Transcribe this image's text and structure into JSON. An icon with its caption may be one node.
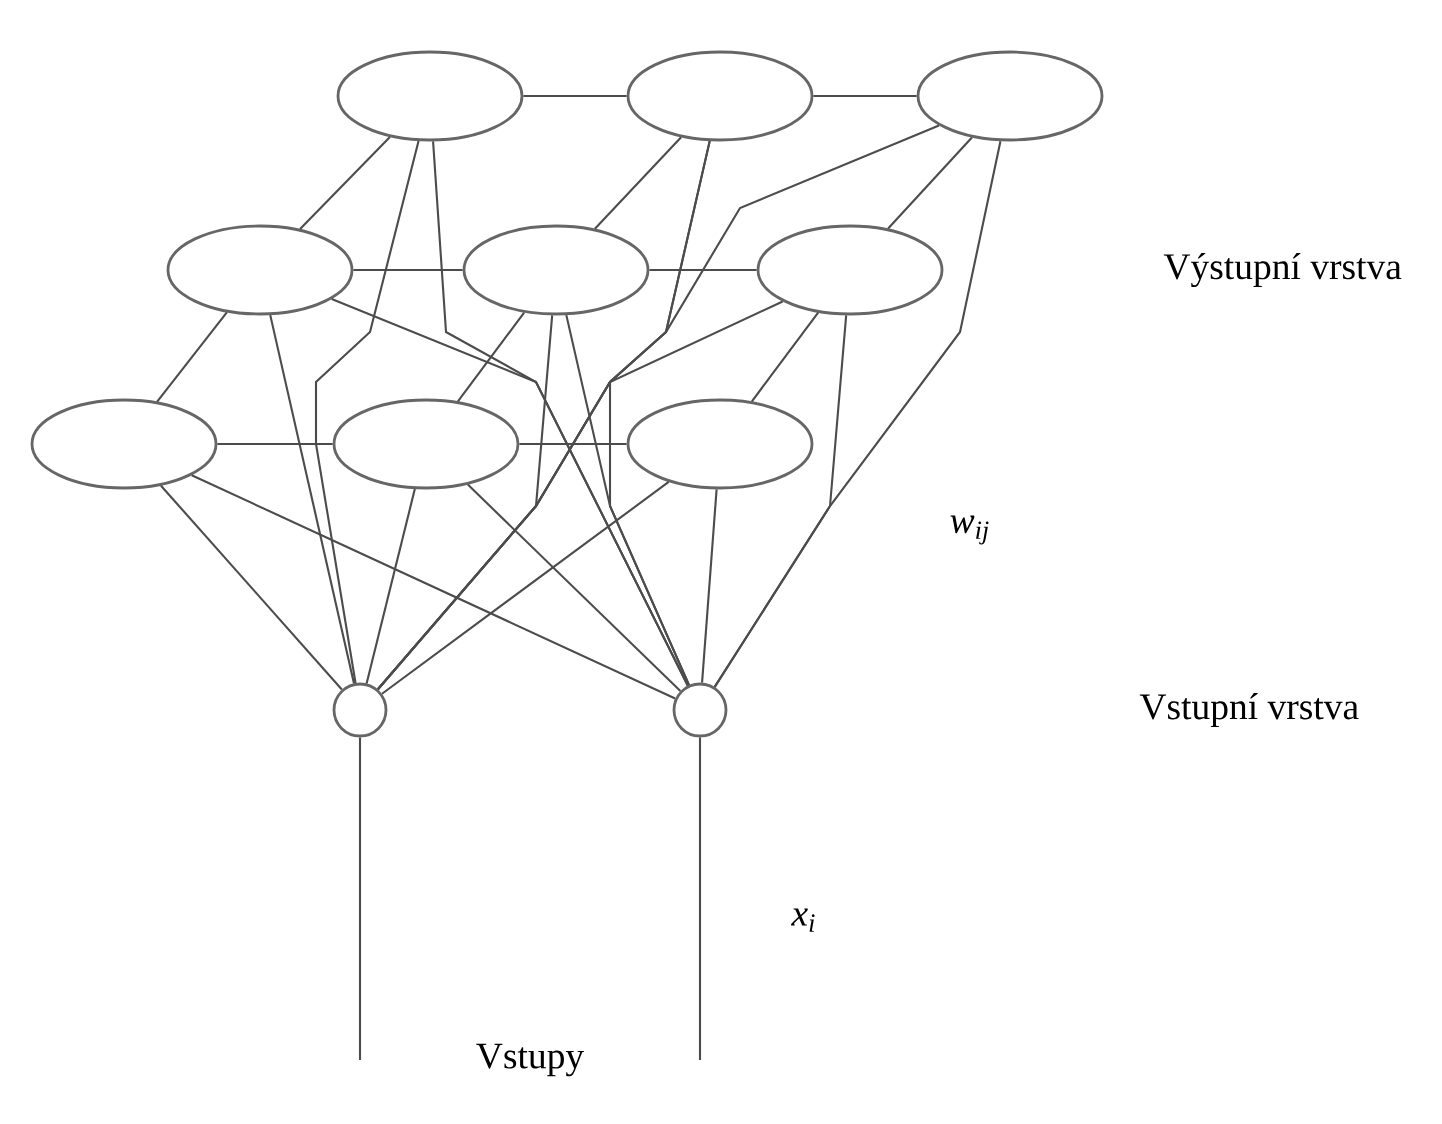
{
  "diagram": {
    "nodes": [
      {
        "text": [],
        "shape": "ellipse"
      },
      {
        "text": [],
        "shape": "ellipse"
      },
      {
        "text": [],
        "shape": "ellipse"
      },
      {
        "text": [],
        "shape": "ellipse"
      },
      {
        "text": [],
        "shape": "ellipse"
      },
      {
        "text": [],
        "shape": "ellipse"
      },
      {
        "text": [],
        "shape": "ellipse"
      },
      {
        "text": [],
        "shape": "ellipse"
      },
      {
        "text": [],
        "shape": "ellipse"
      },
      {
        "text": [],
        "shape": "circle"
      },
      {
        "text": [],
        "shape": "circle"
      }
    ],
    "edges": [
      {
        "from": 0,
        "to": 1,
        "arrow": "none"
      },
      {
        "from": 1,
        "to": 2,
        "arrow": "none"
      },
      {
        "from": 3,
        "to": 4,
        "arrow": "none"
      },
      {
        "from": 4,
        "to": 5,
        "arrow": "none"
      },
      {
        "from": 6,
        "to": 7,
        "arrow": "none"
      },
      {
        "from": 7,
        "to": 8,
        "arrow": "none"
      },
      {
        "from": 0,
        "to": 3,
        "arrow": "none"
      },
      {
        "from": 3,
        "to": 6,
        "arrow": "none"
      },
      {
        "from": 1,
        "to": 4,
        "arrow": "none"
      },
      {
        "from": 4,
        "to": 7,
        "arrow": "none"
      },
      {
        "from": 2,
        "to": 5,
        "arrow": "none"
      },
      {
        "from": 5,
        "to": 8,
        "arrow": "none"
      },
      {
        "from": 9,
        "to": 0,
        "arrow": "none"
      },
      {
        "from": 9,
        "to": 1,
        "arrow": "none"
      },
      {
        "from": 9,
        "to": 2,
        "arrow": "none"
      },
      {
        "from": 9,
        "to": 3,
        "arrow": "none"
      },
      {
        "from": 9,
        "to": 4,
        "arrow": "none"
      },
      {
        "from": 9,
        "to": 5,
        "arrow": "none"
      },
      {
        "from": 9,
        "to": 6,
        "arrow": "none"
      },
      {
        "from": 9,
        "to": 7,
        "arrow": "none"
      },
      {
        "from": 9,
        "to": 8,
        "arrow": "none"
      },
      {
        "from": 10,
        "to": 0,
        "arrow": "none"
      },
      {
        "from": 10,
        "to": 1,
        "arrow": "none"
      },
      {
        "from": 10,
        "to": 2,
        "arrow": "none"
      },
      {
        "from": 10,
        "to": 3,
        "arrow": "none"
      },
      {
        "from": 10,
        "to": 4,
        "arrow": "none"
      },
      {
        "from": 10,
        "to": 5,
        "arrow": "none"
      },
      {
        "from": 10,
        "to": 6,
        "arrow": "none"
      },
      {
        "from": 10,
        "to": 7,
        "arrow": "none"
      },
      {
        "from": 10,
        "to": 8,
        "arrow": "none"
      },
      {
        "from": null,
        "to": 9,
        "arrow": "none"
      },
      {
        "from": null,
        "to": 10,
        "arrow": "none"
      }
    ],
    "labels": [
      "Výstupní vrstva",
      "w$_{ij}$",
      "Vstupní vrstva",
      "x$_{i}$",
      "Vstupy"
    ]
  }
}
